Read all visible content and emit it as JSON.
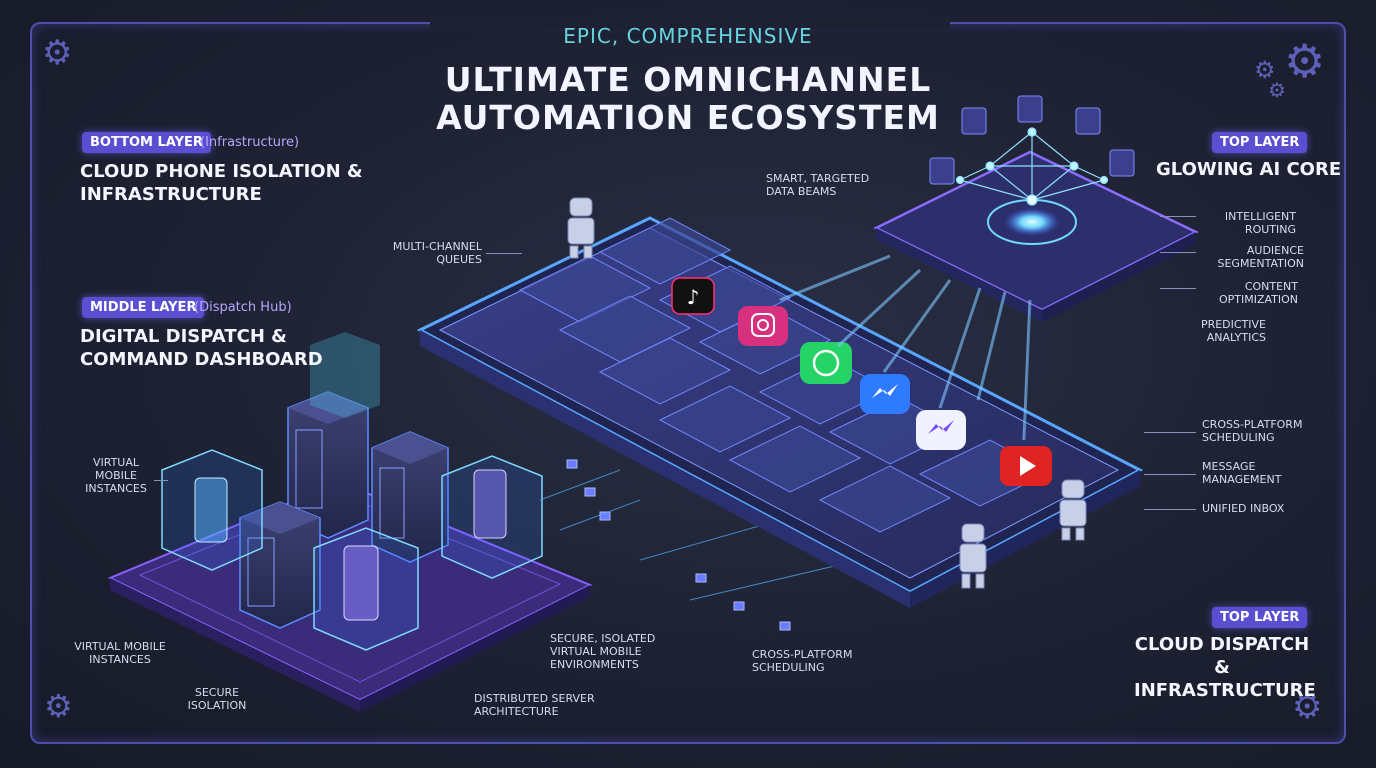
{
  "header": {
    "kicker": "EPIC, COMPREHENSIVE",
    "title_line1": "ULTIMATE OMNICHANNEL",
    "title_line2": "AUTOMATION ECOSYSTEM"
  },
  "left_panels": [
    {
      "badge": "BOTTOM LAYER",
      "sub": "(Infrastructure)",
      "title_line1": "CLOUD PHONE ISOLATION &",
      "title_line2": "INFRASTRUCTURE"
    },
    {
      "badge": "MIDDLE LAYER",
      "sub": "(Dispatch Hub)",
      "title_line1": "DIGITAL DISPATCH &",
      "title_line2": "COMMAND DASHBOARD"
    }
  ],
  "right_panels": [
    {
      "badge": "TOP LAYER",
      "title_line1": "GLOWING AI CORE",
      "title_line2": ""
    },
    {
      "badge": "TOP LAYER",
      "title_line1": "CLOUD DISPATCH &",
      "title_line2": "INFRASTRUCTURE"
    }
  ],
  "labels": {
    "smart_beams": [
      "SMART, TARGETED",
      "DATA BEAMS"
    ],
    "multi_channel": [
      "MULTI-CHANNEL",
      "QUEUES"
    ],
    "intelligent_routing": [
      "INTELLIGENT",
      "ROUTING"
    ],
    "audience_segmentation": [
      "AUDIENCE",
      "SEGMENTATION"
    ],
    "content_optimization": [
      "CONTENT",
      "OPTIMIZATION"
    ],
    "predictive_analytics": [
      "PREDICTIVE",
      "ANALYTICS"
    ],
    "cross_platform_right": [
      "CROSS-PLATFORM",
      "SCHEDULING"
    ],
    "message_management": [
      "MESSAGE",
      "MANAGEMENT"
    ],
    "unified_inbox": [
      "UNIFIED INBOX"
    ],
    "virtual_mobile_top": [
      "VIRTUAL",
      "MOBILE",
      "INSTANCES"
    ],
    "virtual_mobile_bottom": [
      "VIRTUAL MOBILE",
      "INSTANCES"
    ],
    "secure_isolation": [
      "SECURE",
      "ISOLATION"
    ],
    "secure_isolated_env": [
      "SECURE, ISOLATED",
      "VIRTUAL MOBILE",
      "ENVIRONMENTS"
    ],
    "cross_platform_bottom": [
      "CROSS-PLATFORM",
      "SCHEDULING"
    ],
    "distributed_server": [
      "DISTRIBUTED SERVER",
      "ARCHITECTURE"
    ]
  },
  "colors": {
    "frame": "#4d4fa8",
    "accent_violet": "#5a4fd0",
    "accent_cyan": "#66d4e0",
    "platform_glow": "#3f8cff",
    "tiktok": "#111111",
    "instagram": "#d6307f",
    "whatsapp": "#25d366",
    "messenger": "#2f7bff",
    "youtube": "#e02424"
  },
  "icons": [
    "gear-icon",
    "robot-icon",
    "tiktok-icon",
    "instagram-icon",
    "whatsapp-icon",
    "messenger-icon",
    "youtube-icon",
    "server-icon",
    "phone-icon",
    "neural-network-icon"
  ]
}
